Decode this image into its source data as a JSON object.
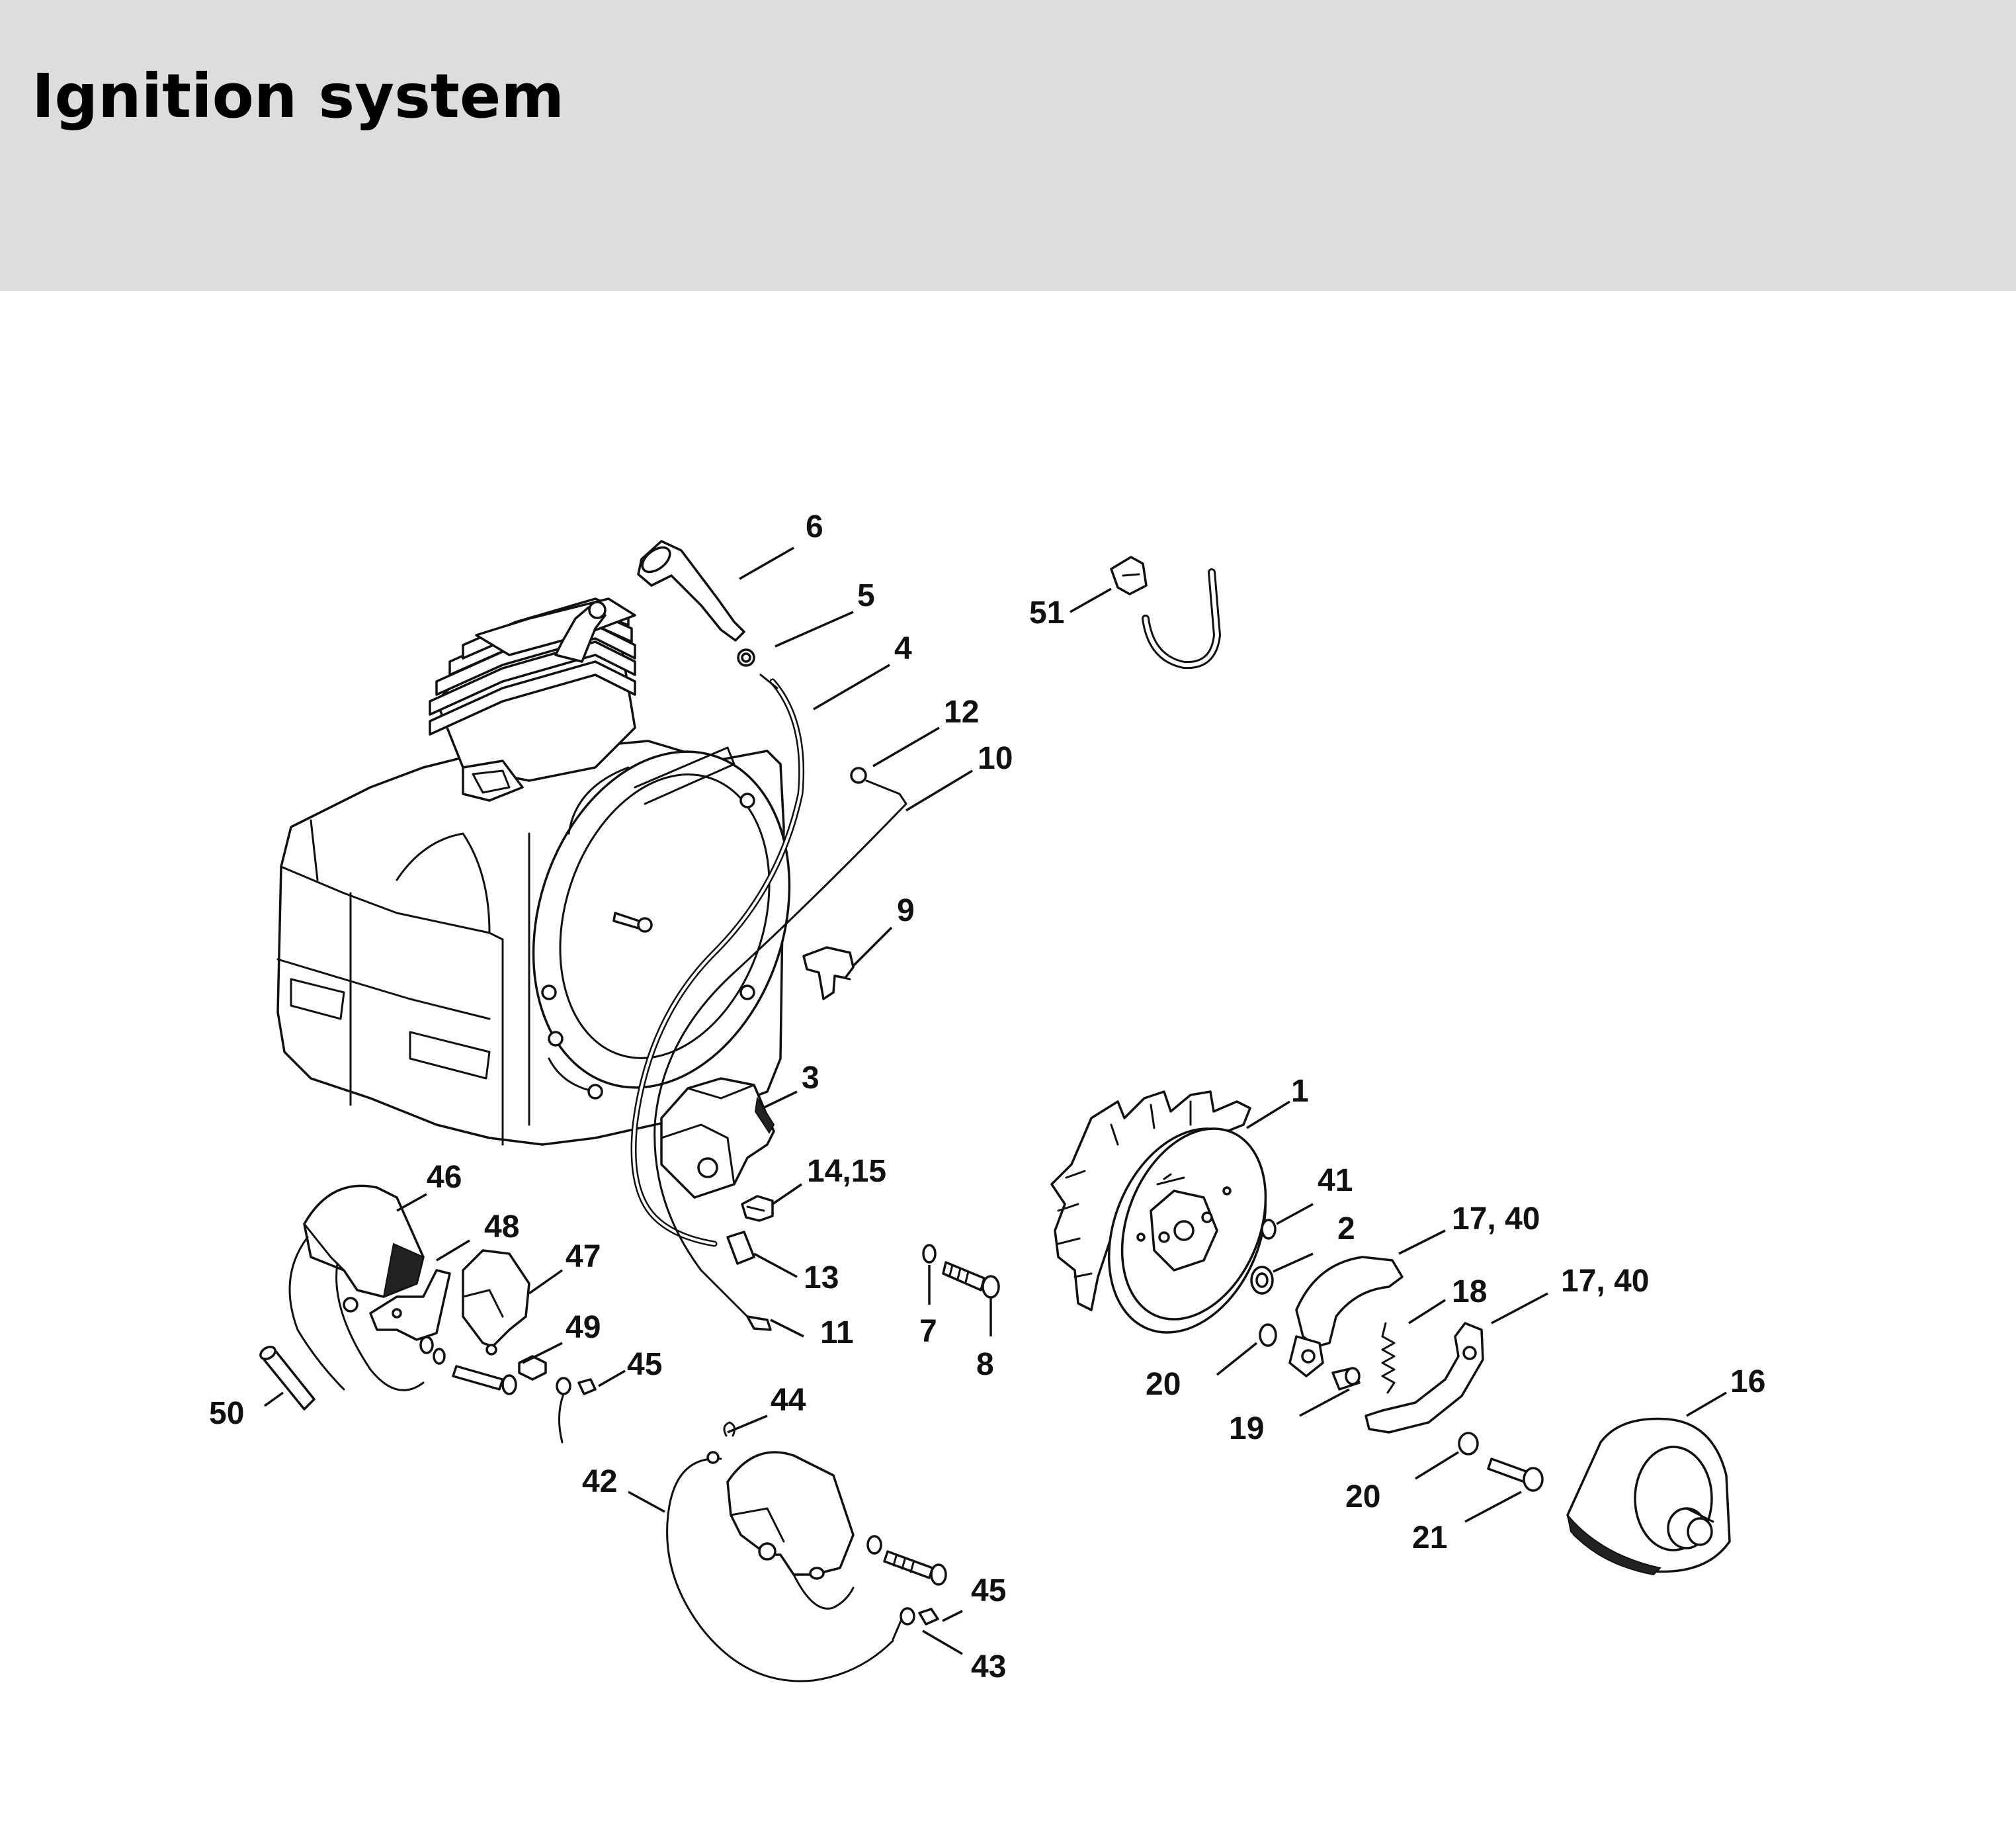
{
  "page": {
    "title": "Ignition system"
  },
  "colors": {
    "header_bg": "#dcdddc",
    "ink": "#111111",
    "background": "#ffffff"
  },
  "labels": {
    "l1": "1",
    "l2": "2",
    "l3": "3",
    "l4": "4",
    "l5": "5",
    "l6": "6",
    "l7": "7",
    "l8": "8",
    "l9": "9",
    "l10": "10",
    "l11": "11",
    "l12": "12",
    "l13": "13",
    "l14_15": "14,15",
    "l16": "16",
    "l17_40_a": "17, 40",
    "l17_40_b": "17, 40",
    "l18": "18",
    "l19": "19",
    "l20_a": "20",
    "l20_b": "20",
    "l21": "21",
    "l41": "41",
    "l42": "42",
    "l43": "43",
    "l44": "44",
    "l45_a": "45",
    "l45_b": "45",
    "l46": "46",
    "l47": "47",
    "l48": "48",
    "l49": "49",
    "l50": "50",
    "l51": "51"
  }
}
